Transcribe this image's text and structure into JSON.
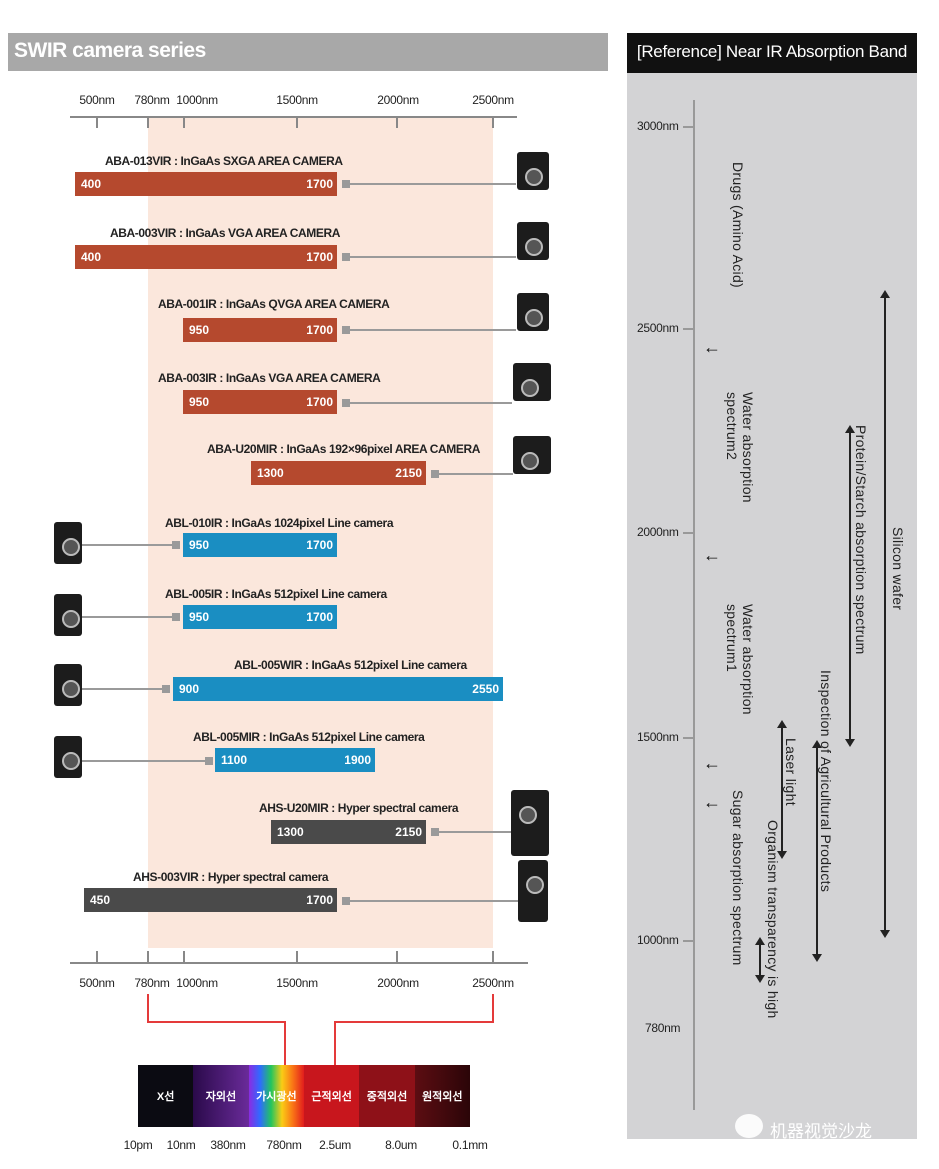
{
  "left_title": "SWIR camera series",
  "right_title": "[Reference] Near IR Absorption Band",
  "colors": {
    "red_bar": "#b5492e",
    "blue_bar": "#1a8ec2",
    "gray_bar": "#4a4a4a",
    "shade": "#fbe7dc",
    "ref_panel": "#d3d3d5"
  },
  "axis_ticks": [
    "500nm",
    "780nm",
    "1000nm",
    "1500nm",
    "2000nm",
    "2500nm"
  ],
  "cameras": [
    {
      "name": "ABA-013VIR : InGaAs SXGA AREA CAMERA",
      "lo": "400",
      "hi": "1700",
      "color": "red"
    },
    {
      "name": "ABA-003VIR : InGaAs VGA AREA CAMERA",
      "lo": "400",
      "hi": "1700",
      "color": "red"
    },
    {
      "name": "ABA-001IR : InGaAs QVGA AREA CAMERA",
      "lo": "950",
      "hi": "1700",
      "color": "red"
    },
    {
      "name": "ABA-003IR : InGaAs VGA AREA CAMERA",
      "lo": "950",
      "hi": "1700",
      "color": "red"
    },
    {
      "name": "ABA-U20MIR : InGaAs 192×96pixel AREA CAMERA",
      "lo": "1300",
      "hi": "2150",
      "color": "red"
    },
    {
      "name": "ABL-010IR : InGaAs 1024pixel Line camera",
      "lo": "950",
      "hi": "1700",
      "color": "blue"
    },
    {
      "name": "ABL-005IR : InGaAs 512pixel Line camera",
      "lo": "950",
      "hi": "1700",
      "color": "blue"
    },
    {
      "name": "ABL-005WIR : InGaAs 512pixel Line camera",
      "lo": "900",
      "hi": "2550",
      "color": "blue"
    },
    {
      "name": "ABL-005MIR : InGaAs 512pixel Line camera",
      "lo": "1100",
      "hi": "1900",
      "color": "blue"
    },
    {
      "name": "AHS-U20MIR : Hyper spectral camera",
      "lo": "1300",
      "hi": "2150",
      "color": "gray"
    },
    {
      "name": "AHS-003VIR : Hyper spectral camera",
      "lo": "450",
      "hi": "1700",
      "color": "gray"
    }
  ],
  "spectrum_bands": [
    "X선",
    "자외선",
    "가시광선",
    "근적외선",
    "중적외선",
    "원적외선"
  ],
  "spectrum_scale": [
    "10pm",
    "10nm",
    "380nm",
    "780nm",
    "2.5um",
    "8.0um",
    "0.1mm"
  ],
  "ref_ticks": [
    "3000nm",
    "2500nm",
    "2000nm",
    "1500nm",
    "1000nm",
    "780nm"
  ],
  "ref_labels": {
    "drugs": "Drugs (Amino Acid)",
    "water2": "Water absorption spectrum2",
    "water1": "Water absorption spectrum1",
    "sugar": "Sugar absorption spectrum",
    "laser": "Laser light",
    "organism": "Organism transparency is high",
    "agri": "Inspection of Agricultural Products",
    "protein": "Protein/Starch absorption spectrum",
    "silicon": "Silicon wafer"
  },
  "watermark": "机器视觉沙龙"
}
